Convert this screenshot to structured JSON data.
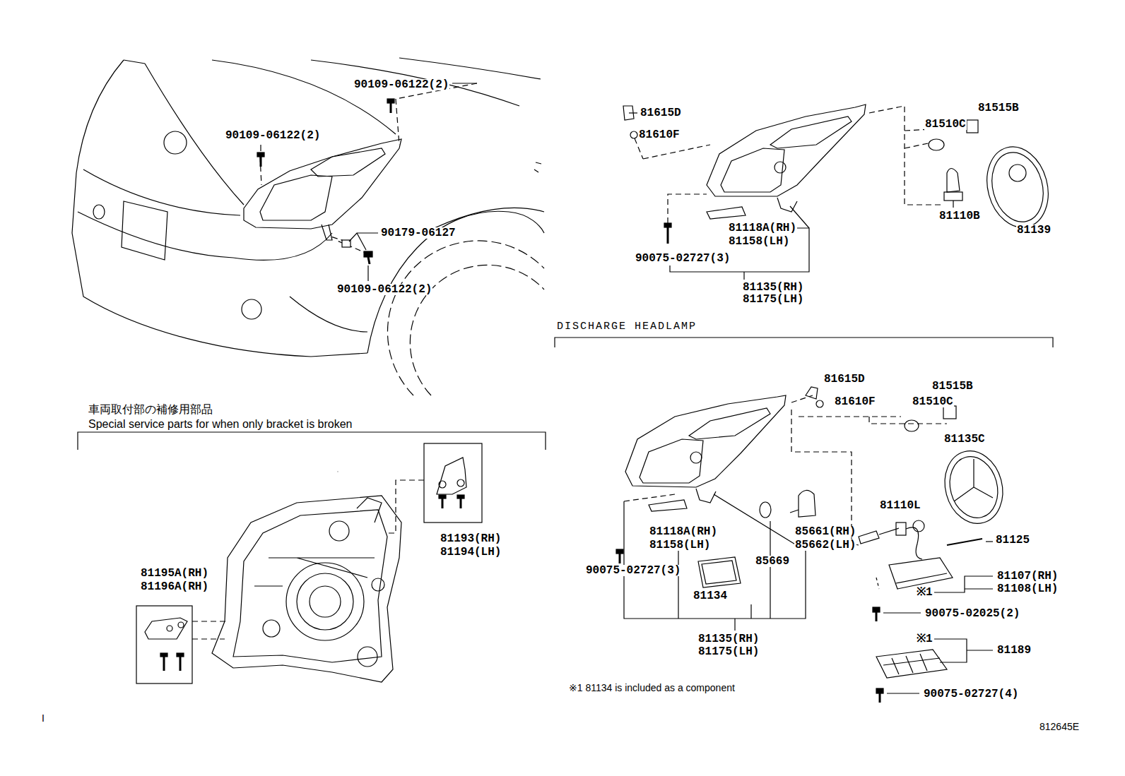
{
  "diagram": {
    "labels": [
      "90109-06122(2)",
      "90109-06122(2)",
      "90179-06127",
      "90109-06122(2)",
      "81615D",
      "81610F",
      "81510C",
      "81515B",
      "81110B",
      "81139",
      "81118A(RH)",
      "81158(LH)",
      "90075-02727(3)",
      "81135(RH)",
      "81175(LH)",
      "DISCHARGE HEADLAMP",
      "81615D",
      "81610F",
      "81510C",
      "81515B",
      "81135C",
      "81110L",
      "81125",
      "81118A(RH)",
      "81158(LH)",
      "85661(RH)",
      "85662(LH)",
      "85669",
      "90075-02727(3)",
      "81134",
      "81107(RH)",
      "81108(LH)",
      "※1",
      "90075-02025(2)",
      "81135(RH)",
      "81175(LH)",
      "※1",
      "81189",
      "90075-02727(4)",
      "※1 81134 is included as a component",
      "車両取付部の補修用部品",
      "Special service parts for when only bracket is broken",
      "81193(RH)",
      "81194(LH)",
      "81195A(RH)",
      "81196A(RH)",
      "I",
      "812645E"
    ]
  }
}
